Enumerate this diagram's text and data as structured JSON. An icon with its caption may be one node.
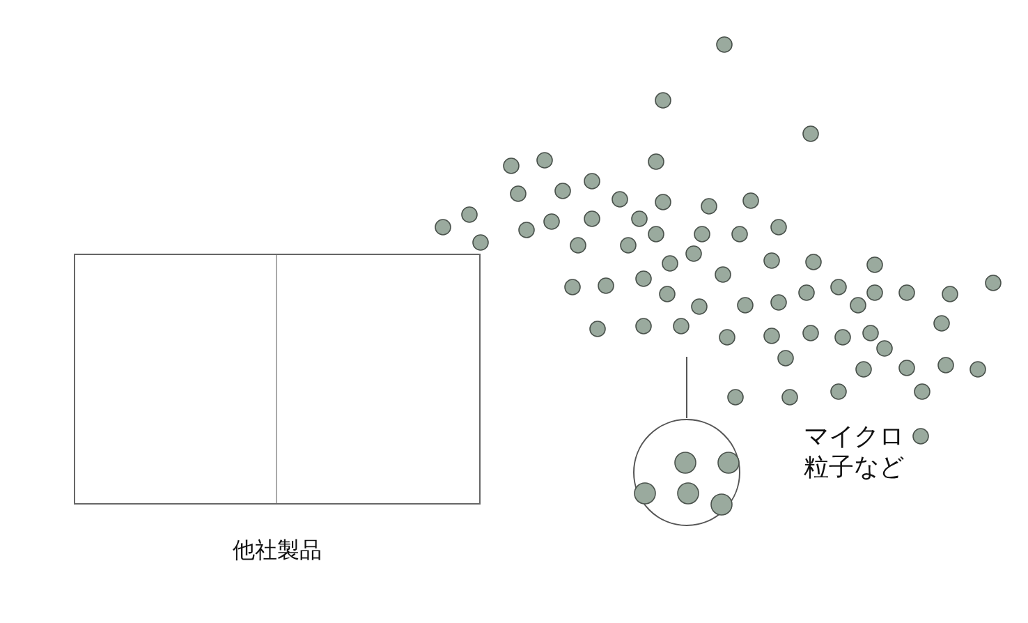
{
  "diagram": {
    "nodes": [
      {
        "text": [
          "他社製品"
        ]
      },
      {
        "text": [],
        "shape": "circle"
      },
      {
        "text": [],
        "shape": "picture"
      }
    ],
    "edges": [
      {
        "from": 1,
        "to": 2,
        "arrow": "none"
      }
    ],
    "labels": [
      "マイクロ粒子など"
    ]
  }
}
